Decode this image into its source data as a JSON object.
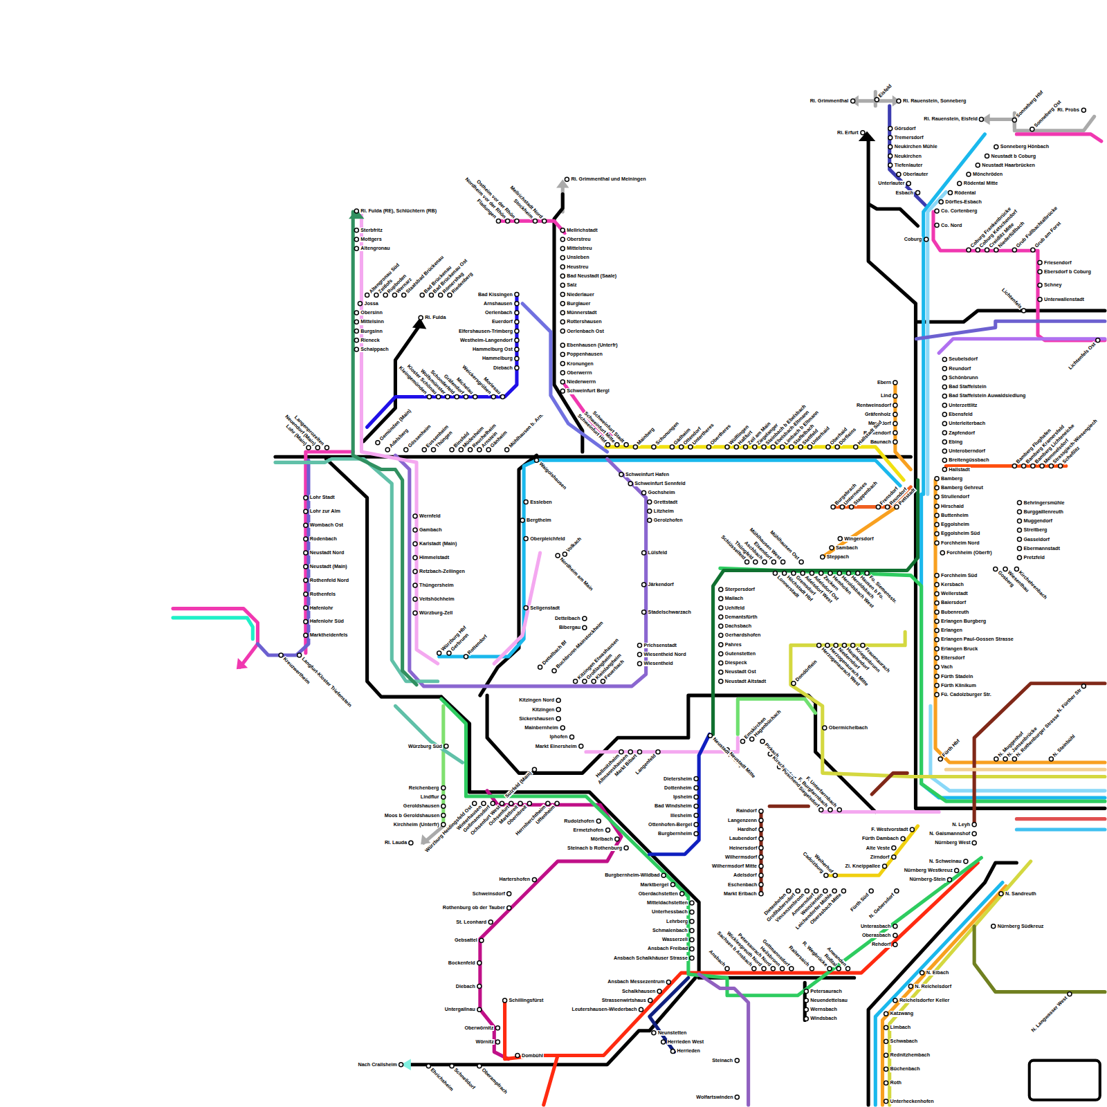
{
  "diagram": {
    "labels": [
      "Ri. Grimmenthal",
      "Eisfeld",
      "Ri. Rauenstein, Sonneberg",
      "Ri. Erfurt",
      "Görsdorf",
      "Tremersdorf",
      "Neukirchen Mühle",
      "Neukirchen",
      "Tiefenlauter",
      "Oberlauter",
      "Unterlauter",
      "Esbach",
      "Ri. Rauenstein, Eisfeld",
      "Sonneberg Hbf",
      "Sonneberg Ost",
      "Ri. Probs",
      "Sonneberg Hönbach",
      "Neustadt b Coburg",
      "Neustadt Haarbrücken",
      "Mönchröden",
      "Rödental Mitte",
      "Rödental",
      "Dörfles-Esbach",
      "Co. Cortenberg",
      "Co. Nord",
      "Coburg",
      "Coburg Frankenbrücke",
      "Coburg Ketschendorf",
      "Creidlitz Mitte",
      "Niederfüllbach",
      "Grub Fullbachtalbrücke",
      "Grub am Forst",
      "Friesendorf",
      "Ebersdorf b Coburg",
      "Schney",
      "Unterwallenstadt",
      "Lichtenfels",
      "Lichtenfels Ost",
      "Seubelsdorf",
      "Reundorf",
      "Schönbrunn",
      "Bad Staffelstein",
      "Bad Staffelstein Auwaldsiedlung",
      "Unterzettlitz",
      "Ebensfeld",
      "Unterleiterbach",
      "Zapfendorf",
      "Ebing",
      "Unteroberndorf",
      "Breitengüssbach",
      "Hallstadt",
      "Bamberg",
      "Bamberg Gehreut",
      "Strullendorf",
      "Hirschaid",
      "Buttenheim",
      "Eggolsheim",
      "Eggolsheim Süd",
      "Forchheim Nord",
      "Forchheim (Oberfr)",
      "Forchheim Süd",
      "Kersbach",
      "Wellerstadt",
      "Baiersdorf",
      "Bubenreuth",
      "Erlangen Burgberg",
      "Erlangen",
      "Erlangen Paul-Gossen Strasse",
      "Erlangen Bruck",
      "Eltersdorf",
      "Vach",
      "Fürth Stadeln",
      "Fürth Klinikum",
      "Fü. Cadolzburger Str.",
      "Bamberg Flughafen",
      "Bamberg Kramersfeld",
      "Bamberg Lichteneiche",
      "Memmelsdorf",
      "Strassgiech-Wiesengiech",
      "Scheßlitz",
      "Behringersmühle",
      "Burggaillenreuth",
      "Muggendorf",
      "Streitberg",
      "Gasseldorf",
      "Ebermannstadt",
      "Pretzfeld",
      "Gosberg",
      "Wiesenthau",
      "Kirchehrenbach",
      "Ebern",
      "Lind",
      "Rentweinsdorf",
      "Gräfenholz",
      "Manndorf",
      "Reckendorf",
      "Baunach",
      "Schweinfurt Hbf",
      "Schweinfurt Mitte",
      "Schweinfurt Stadt",
      "Mainberg",
      "Schonungen",
      "Gädheim",
      "Ottendorf",
      "Untertheres",
      "Obertheres",
      "Wülflingen",
      "Haßfurt",
      "Zeil am Main",
      "Ziegelanger",
      "Steinbach b Ebelsbach",
      "Ebelsbach-Eltmann",
      "Limbach b Eltmann",
      "Staffelbach",
      "Stettfeld",
      "Unterhaid",
      "Oberhaid",
      "Dörfleins",
      "Hallstadt Süd",
      "Burgebrach",
      "Unterneuses",
      "Stappenbach",
      "Frensdorf",
      "Reundorf",
      "Pettstadt",
      "Wingersdorf",
      "Sambach",
      "Steppach",
      "Schlüsselfeld",
      "Thüngfeld",
      "Aschbach",
      "Elsendorf",
      "Mühlhausen West",
      "Mühlhausen Ost",
      "Lonnerstadt",
      "Höchstadt Hbf",
      "Gremsdorf",
      "Adelsdorf West",
      "Adelsdorf Ost",
      "Zeckern",
      "Hemhofen",
      "Heroldsbach West",
      "Heroldsbach",
      "Hausen b Fo.",
      "Fo. Siemensstr.",
      "Sterpersdorf",
      "Mailach",
      "Uehlfeld",
      "Demantsfürth",
      "Dachsbach",
      "Gerhardshofen",
      "Pahres",
      "Gutenstetten",
      "Diespeck",
      "Neustadt Ost",
      "Neustadt Altstadt",
      "Neustadt (Aisch)",
      "Neustadt Mitte",
      "Emskirchen",
      "Hagenbüchach",
      "Pirkach",
      "Kirschendorf",
      "Puschendorf",
      "Dietersheim",
      "Dottenheim",
      "Ipsheim",
      "Bad Windsheim",
      "Illesheim",
      "Ottenhofen-Bergel",
      "Burgbernheim",
      "Herzogenaurach West",
      "Herzogenaurach Mitte",
      "Niederndorf",
      "Hauptendorf",
      "Kriegenbrunn",
      "Frauenaurach",
      "Dondörflein",
      "Obermichelbach",
      "Siegelsdorf",
      "F. Burgfarrnbach",
      "F. Unterfarrnbach",
      "Raindorf",
      "Langenzenn",
      "Hardhof",
      "Laubendorf",
      "Heinersdorf",
      "Wilhermsdorf",
      "Wilhermsdorf Mitte",
      "Adelsdorf",
      "Eschenbach",
      "Markt Erlbach",
      "F. Westvorstadt",
      "Fürth Dambach",
      "Alte Veste",
      "Zirndorf",
      "Zi. Kneippallee",
      "Cadolzburg",
      "Weiherhof",
      "N. Leyh",
      "N. Gaismannshof",
      "Nürnberg West",
      "N. Schweinau",
      "Nürnberg Westkreuz",
      "Nürnberg-Stein",
      "N. Sandreuth",
      "Nürnberg Südkreuz",
      "Dietenhofen",
      "Großhabersdorf",
      "Vincenzenbronn",
      "Ammerndorf",
      "Weinzierlein",
      "Leichendorfer Mühle",
      "Oberasbach Mitte",
      "Fürth Süd",
      "N. Gebersdorf",
      "Unterasbach",
      "Oberasbach",
      "Rehdorf",
      "N. Eibach",
      "N. Reichelsdorf",
      "Reichelsdorfer Keller",
      "Katzwang",
      "Limbach",
      "Schwabach",
      "Rednitzhembach",
      "Büchenbach",
      "Roth",
      "Unterheckenhofen",
      "N. Langwasser West",
      "N. Muggenhof",
      "N. Jansenbrücke",
      "N. Rothenburger Strasse",
      "N. Steinbühl",
      "N. Fürther Str",
      "Fürth Hbf",
      "Sachsen b Ansbach",
      "Wicklesgreuth Nord",
      "Petersaurach Nord",
      "Heilsbronn",
      "Gottmannsdorf",
      "Raitersaich",
      "R. Wegbrücke",
      "Roßtal",
      "Anwanden",
      "Petersaurach",
      "Neuendettelsau",
      "Wernsbach",
      "Windsbach",
      "Ansbach",
      "Steinach",
      "Wolfartswinden",
      "Ansbach Messezentrum",
      "Schalkhausen",
      "Strassenwirtshaus",
      "Leutershausen-Wiederbach",
      "Neunstetten",
      "Herrieden West",
      "Herrieden",
      "Burgbernheim-Wildbad",
      "Marktbergel",
      "Oberdachstetten",
      "Mitteldachstetten",
      "Unterhessbach",
      "Lehrberg",
      "Schmalenbach",
      "Wasserzell",
      "Ansbach Freibad",
      "Ansbach Schalkhäuser Strasse",
      "Rudolzhofen",
      "Ermetzhofen",
      "Mörlbach",
      "Steinach b Rothenburg",
      "Hartershofen",
      "Schweinsdorf",
      "Rothenburg ob der Tauber",
      "St. Leonhard",
      "Gebsattel",
      "Bockenfeld",
      "Diebach",
      "Untergailnau",
      "Oberwörnitz",
      "Wörnitz",
      "Schillingsfürst",
      "Dombühl",
      "Nach Crailsheim",
      "Ehrichsheim",
      "Schnelldorf",
      "Oberampfrach",
      "Würzburg Heidingsfeld Ost",
      "Winterhausen",
      "Goßmannsdorf",
      "Ochsenfurt West",
      "Ochsenfurt",
      "Marktbreit",
      "Obernbreit",
      "Herrnberchtheim",
      "Uffenheim",
      "Reichenberg",
      "Lindflur",
      "Geroldshausen",
      "Moos b Geroldshausen",
      "Kirchheim (Unterfr)",
      "Ri. Lauda",
      "Würzburg Süd",
      "Würzburg Hbf",
      "Gerbrunn",
      "Rottendorf",
      "Sulzfeld (Main)",
      "Kitzingen Nord",
      "Kitzingen",
      "Sickershausen",
      "Mainbernheim",
      "Iphofen",
      "Markt Einersheim",
      "Dettelbach Bf",
      "Buchbrunn-Mainstockheim",
      "Kitzingen Etwashausen",
      "Großlangheim",
      "Kleinlangheim",
      "Feuerbach",
      "Dettelbach",
      "Bibergau",
      "Hellmitzheim",
      "Altmannshausen",
      "Markt Bibart",
      "Langenfeld",
      "Schweinfurt Hafen",
      "Schweinfurt Sennfeld",
      "Gochsheim",
      "Grettstadt",
      "Litzheim",
      "Gerolzhofen",
      "Lülsfeld",
      "Järkendorf",
      "Stadelschwarzach",
      "Prichsenstadt",
      "Wiesentheid Nord",
      "Wiesentheid",
      "Volkach",
      "Nordheim am Main",
      "Waigolshausen",
      "Essleben",
      "Bergtheim",
      "Oberpleichfeld",
      "Seligenstadt",
      "Wernfeld",
      "Gambach",
      "Karlstadt (Main)",
      "Himmelstadt",
      "Retzbach-Zellingen",
      "Thüngersheim",
      "Veitshöchheim",
      "Würzburg-Zell",
      "Gemünden (Main)",
      "Adelsberg",
      "Gössenheim",
      "Eussenheim",
      "Thüngen",
      "Binsfeld",
      "Müdesheim",
      "Reuchelheim",
      "Arnstein",
      "Gänheim",
      "Mühlhausen b. Arn.",
      "Lohr (Main)",
      "Neuendorf (Main)",
      "Langenprozelten",
      "Lohr Stadt",
      "Lohr zur Alm",
      "Wombach Ost",
      "Rodenbach",
      "Neustadt Nord",
      "Neustadt (Main)",
      "Rothenfeld Nord",
      "Rothenfels",
      "Hafenlohr",
      "Hafenlohr Süd",
      "Marktheidenfels",
      "Kreuzwertheim",
      "Langfurt-Kloster Triefenstein",
      "Ri. Fulda (RE), Schlüchtern (RB)",
      "Sterbfritz",
      "Mottgers",
      "Altengronau",
      "Jossa",
      "Obersinn",
      "Mittelsinn",
      "Burgsinn",
      "Rieneck",
      "Schaippach",
      "Altengronau Süd",
      "Zeitlofs",
      "Rupboden",
      "Wernarz",
      "Staatsbad Brückenau",
      "Bad Brückenau",
      "Bad Brückenau Ost",
      "Römershag",
      "Riedenberg",
      "Ri. Fulda",
      "Bad Kissingen",
      "Arnshausen",
      "Oerlenbach",
      "Euerdorf",
      "Elfershausen-Trimberg",
      "Westheim-Langendorf",
      "Hammelburg Ost",
      "Hammelburg",
      "Diebach",
      "Kleingemünden",
      "Kloster Schönau",
      "Wolfsmünster",
      "Schonderfeld",
      "Gräfendorf",
      "Michelau",
      "Weickersgrüben",
      "Morlesau",
      "Ri. Grimmenthal und Meiningen",
      "Mellrichstadt",
      "Oberstreu",
      "Mittelstreu",
      "Unsleben",
      "Heustreu",
      "Bad Neustadt (Saale)",
      "Salz",
      "Niederlauer",
      "Burglauer",
      "Münnerstadt",
      "Rottershausen",
      "Oerlenbach Ost",
      "Ebenhausen (Unterfr)",
      "Poppenhausen",
      "Kronungen",
      "Oberwerrn",
      "Niederwerrn",
      "Schweinfurt Bergl",
      "Fladungen",
      "Nordheim vor der Rhön",
      "Ostheim vor der Rhön",
      "Stockheim",
      "Mellrichstadt Nord"
    ]
  }
}
